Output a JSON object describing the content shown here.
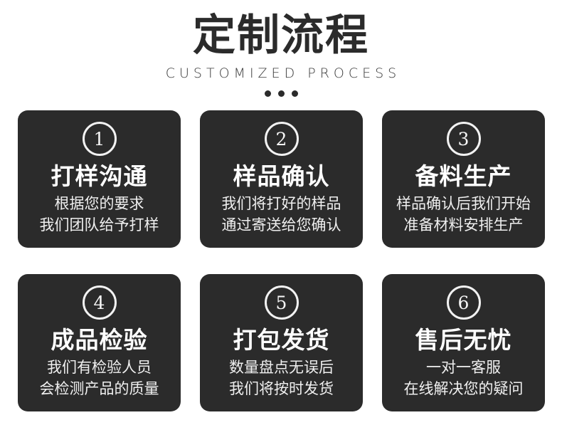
{
  "header": {
    "title": "定制流程",
    "subtitle": "CUSTOMIZED PROCESS",
    "divider_dots": 3,
    "title_color": "#2b2b2b",
    "subtitle_color": "#3a3a3a"
  },
  "theme": {
    "page_background": "#ffffff",
    "card_background": "#2b2b2b",
    "card_text": "#ffffff",
    "card_desc_text": "#efefef",
    "badge_ring": "#f2f2f2"
  },
  "steps": [
    {
      "number": "1",
      "title": "打样沟通",
      "desc_line1": "根据您的要求",
      "desc_line2": "我们团队给予打样"
    },
    {
      "number": "2",
      "title": "样品确认",
      "desc_line1": "我们将打好的样品",
      "desc_line2": "通过寄送给您确认"
    },
    {
      "number": "3",
      "title": "备料生产",
      "desc_line1": "样品确认后我们开始",
      "desc_line2": "准备材料安排生产"
    },
    {
      "number": "4",
      "title": "成品检验",
      "desc_line1": "我们有检验人员",
      "desc_line2": "会检测产品的质量"
    },
    {
      "number": "5",
      "title": "打包发货",
      "desc_line1": "数量盘点无误后",
      "desc_line2": "我们将按时发货"
    },
    {
      "number": "6",
      "title": "售后无忧",
      "desc_line1": "一对一客服",
      "desc_line2": "在线解决您的疑问"
    }
  ]
}
